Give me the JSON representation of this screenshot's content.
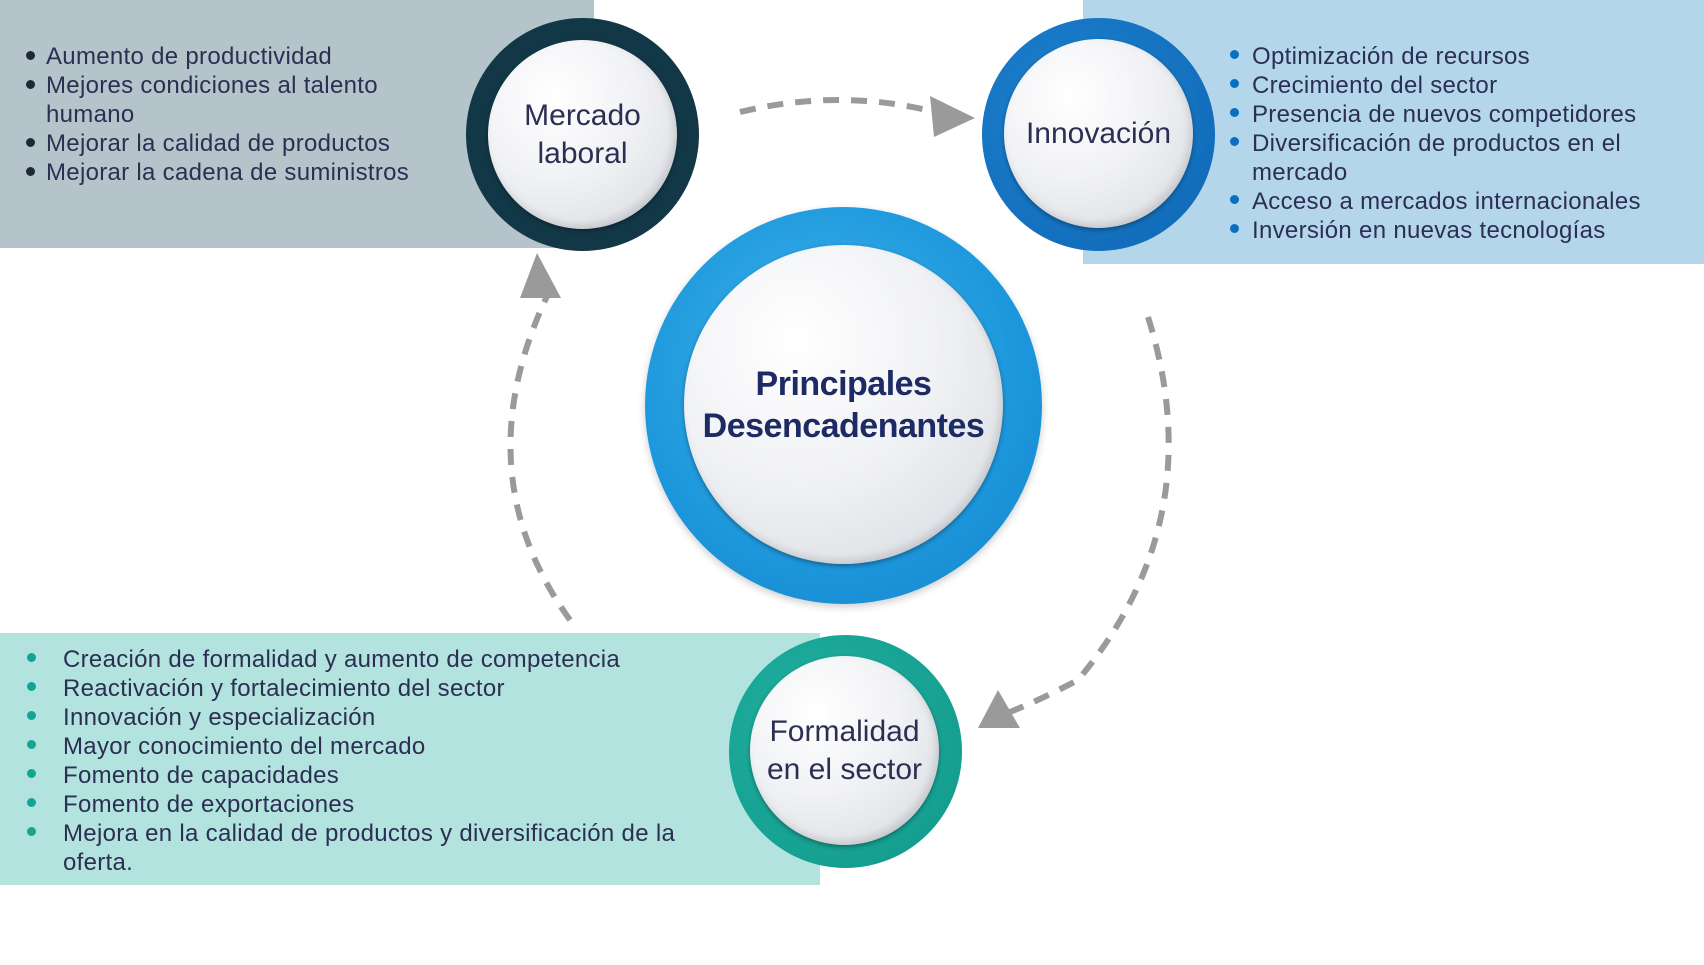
{
  "center": {
    "label": "Principales\nDesencadenantes"
  },
  "nodes": {
    "labor": {
      "label": "Mercado\nlaboral"
    },
    "innovation": {
      "label": "Innovación"
    },
    "formality": {
      "label": "Formalidad\nen el sector"
    }
  },
  "lists": {
    "labor": [
      "Aumento de productividad",
      "Mejores condiciones al talento humano",
      "Mejorar la calidad de productos",
      "Mejorar la cadena de suministros"
    ],
    "innovation": [
      "Optimización de recursos",
      "Crecimiento del sector",
      "Presencia de nuevos competidores",
      "Diversificación de productos en el mercado",
      "Acceso a mercados internacionales",
      "Inversión en nuevas tecnologías"
    ],
    "formality": [
      "Creación de formalidad y aumento de competencia",
      "Reactivación y fortalecimiento del sector",
      "Innovación y especialización",
      "Mayor conocimiento del mercado",
      "Fomento de capacidades",
      "Fomento de exportaciones",
      "Mejora en la calidad de productos y diversificación de la oferta."
    ]
  },
  "colors": {
    "labor_panel": "#b5c4cb",
    "innovation_panel": "#b3d6ea",
    "formality_panel": "#b2e3df",
    "labor_ring": "#123848",
    "innovation_ring": "#0d64b2",
    "formality_ring": "#109788",
    "center_ring": "#1d97dc",
    "arrow": "#9a9a9a"
  }
}
